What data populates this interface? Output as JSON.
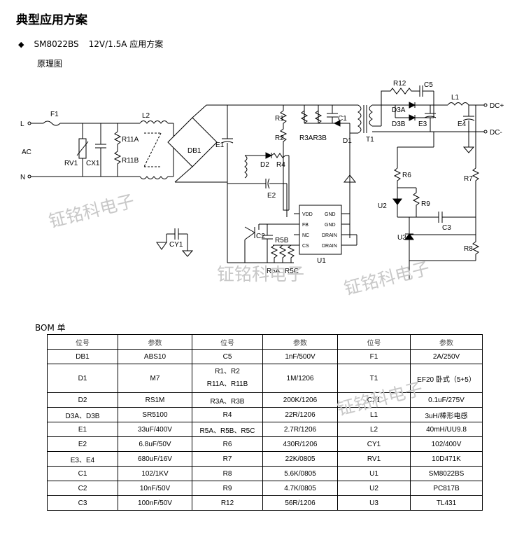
{
  "heading": "典型应用方案",
  "solution": {
    "bullet_icon": "diamond-bullet",
    "model": "SM8022BS",
    "desc": "12V/1.5A 应用方案"
  },
  "schematic_title": "原理图",
  "schematic_labels": {
    "L": "L",
    "N": "N",
    "AC": "AC",
    "F1": "F1",
    "L2": "L2",
    "RV1": "RV1",
    "CX1": "CX1",
    "R11A": "R11A",
    "R11B": "R11B",
    "DB1": "DB1",
    "E1": "E1",
    "R1": "R1",
    "R2": "R2",
    "R3AR3B": "R3AR3B",
    "C1": "C1",
    "D1": "D1",
    "T1": "T1",
    "D2": "D2",
    "R4": "R4",
    "E2": "E2",
    "CY1": "CY1",
    "C2": "C2",
    "R5B": "R5B",
    "R5A": "R5A",
    "R5C": "R5C",
    "U1": "U1",
    "VDD": "VDD",
    "FB": "FB",
    "NC": "NC",
    "CS": "CS",
    "GND1": "GND",
    "GND2": "GND",
    "DRAIN1": "DRAIN",
    "DRAIN2": "DRAIN",
    "R12": "R12",
    "C5": "C5",
    "L1": "L1",
    "D3A": "D3A",
    "D3B": "D3B",
    "E3": "E3",
    "E4": "E4",
    "DCP": "DC+",
    "DCM": "DC-",
    "R6": "R6",
    "R7": "R7",
    "U2": "U2",
    "R9": "R9",
    "C3": "C3",
    "U3": "U3",
    "R8": "R8"
  },
  "watermark": "钲铭科电子",
  "bom_label": "BOM 单",
  "bom": {
    "headers": [
      "位号",
      "参数",
      "位号",
      "参数",
      "位号",
      "参数"
    ],
    "rows": [
      [
        "DB1",
        "ABS10",
        "C5",
        "1nF/500V",
        "F1",
        "2A/250V"
      ],
      [
        "D1",
        "M7",
        "R1、R2|R11A、R11B",
        "1M/1206",
        "T1",
        "EF20 卧式（5+5）"
      ],
      [
        "D2",
        "RS1M",
        "R3A、R3B",
        "200K/1206",
        "CX1",
        "0.1uF/275V"
      ],
      [
        "D3A、D3B",
        "SR5100",
        "R4",
        "22R/1206",
        "L1",
        "3uH/棒形电感"
      ],
      [
        "E1",
        "33uF/400V",
        "R5A、R5B、R5C",
        "2.7R/1206",
        "L2",
        "40mH/UU9.8"
      ],
      [
        "E2",
        "6.8uF/50V",
        "R6",
        "430R/1206",
        "CY1",
        "102/400V"
      ],
      [
        "E3、E4",
        "680uF/16V",
        "R7",
        "22K/0805",
        "RV1",
        "10D471K"
      ],
      [
        "C1",
        "102/1KV",
        "R8",
        "5.6K/0805",
        "U1",
        "SM8022BS"
      ],
      [
        "C2",
        "10nF/50V",
        "R9",
        "4.7K/0805",
        "U2",
        "PC817B"
      ],
      [
        "C3",
        "100nF/50V",
        "R12",
        "56R/1206",
        "U3",
        "TL431"
      ]
    ]
  }
}
